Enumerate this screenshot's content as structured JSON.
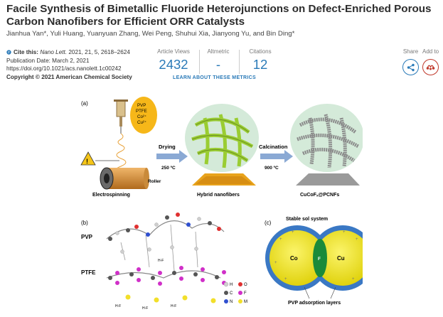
{
  "article": {
    "title": "Facile Synthesis of Bimetallic Fluoride Heterojunctions on Defect-Enriched Porous Carbon Nanofibers for Efficient ORR Catalysts",
    "authors": "Jianhua Yan*, Yuli Huang, Yuanyuan Zhang, Wei Peng, Shuhui Xia, Jianyong Yu, and Bin Ding*",
    "cite_label": "Cite this:",
    "cite_journal": "Nano Lett.",
    "cite_rest": "2021, 21, 5, 2618–2624",
    "pub_date": "Publication Date: March 2, 2021",
    "doi": "https://doi.org/10.1021/acs.nanolett.1c00242",
    "copyright": "Copyright © 2021 American Chemical Society"
  },
  "metrics": {
    "views_label": "Article Views",
    "views_value": "2432",
    "altmetric_label": "Altmetric",
    "altmetric_value": "-",
    "citations_label": "Citations",
    "citations_value": "12",
    "learn_more": "LEARN ABOUT THESE METRICS"
  },
  "actions": {
    "share_label": "Share",
    "add_label": "Add to"
  },
  "figure": {
    "panel_a": "(a)",
    "panel_b": "(b)",
    "panel_c": "(c)",
    "pvp": "PVP",
    "ptfe": "PTFE",
    "co": "Co²⁺",
    "cu": "Cu²⁺",
    "roller": "Roller",
    "electrospinning": "Electrospinning",
    "drying": "Drying",
    "drying_temp": "250 ºC",
    "hybrid": "Hybrid nanofibers",
    "calcination": "Calcination",
    "calc_temp": "900 ºC",
    "product": "CuCoFₓ@PCNFs",
    "stable_sol": "Stable sol system",
    "sphere_co": "Co",
    "sphere_cu": "Cu",
    "sphere_f": "F",
    "adsorption": "PVP adsorption layers",
    "hf": "H-F",
    "legend_h": "H",
    "legend_o": "O",
    "legend_c": "C",
    "legend_f": "F",
    "legend_n": "N",
    "legend_m": "M"
  }
}
